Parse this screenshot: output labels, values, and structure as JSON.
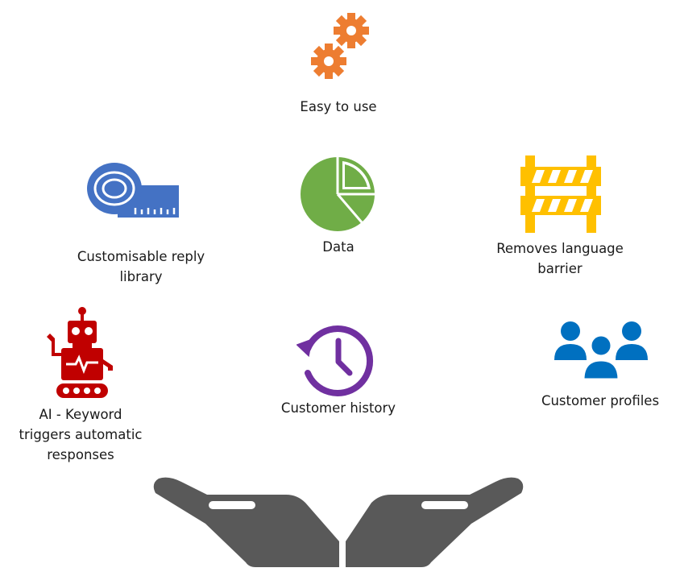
{
  "features": {
    "easy": {
      "label": "Easy to use",
      "icon": "gears-icon",
      "color": "#ED7D31"
    },
    "data": {
      "label": "Data",
      "icon": "pie-chart-icon",
      "color": "#70AD47"
    },
    "reply": {
      "label_line1": "Customisable reply",
      "label_line2": "library",
      "icon": "measuring-tape-icon",
      "color": "#4472C4"
    },
    "language": {
      "label_line1": "Removes language",
      "label_line2": "barrier",
      "icon": "barrier-icon",
      "color": "#FFC000"
    },
    "ai": {
      "label_line1": "AI - Keyword",
      "label_line2": "triggers automatic",
      "label_line3": "responses",
      "icon": "robot-icon",
      "color": "#C00000"
    },
    "history": {
      "label": "Customer history",
      "icon": "history-clock-icon",
      "color": "#7030A0"
    },
    "profiles": {
      "label": "Customer profiles",
      "icon": "people-group-icon",
      "color": "#0070C0"
    }
  },
  "footer": {
    "icon": "open-hands-icon",
    "color": "#595959"
  }
}
